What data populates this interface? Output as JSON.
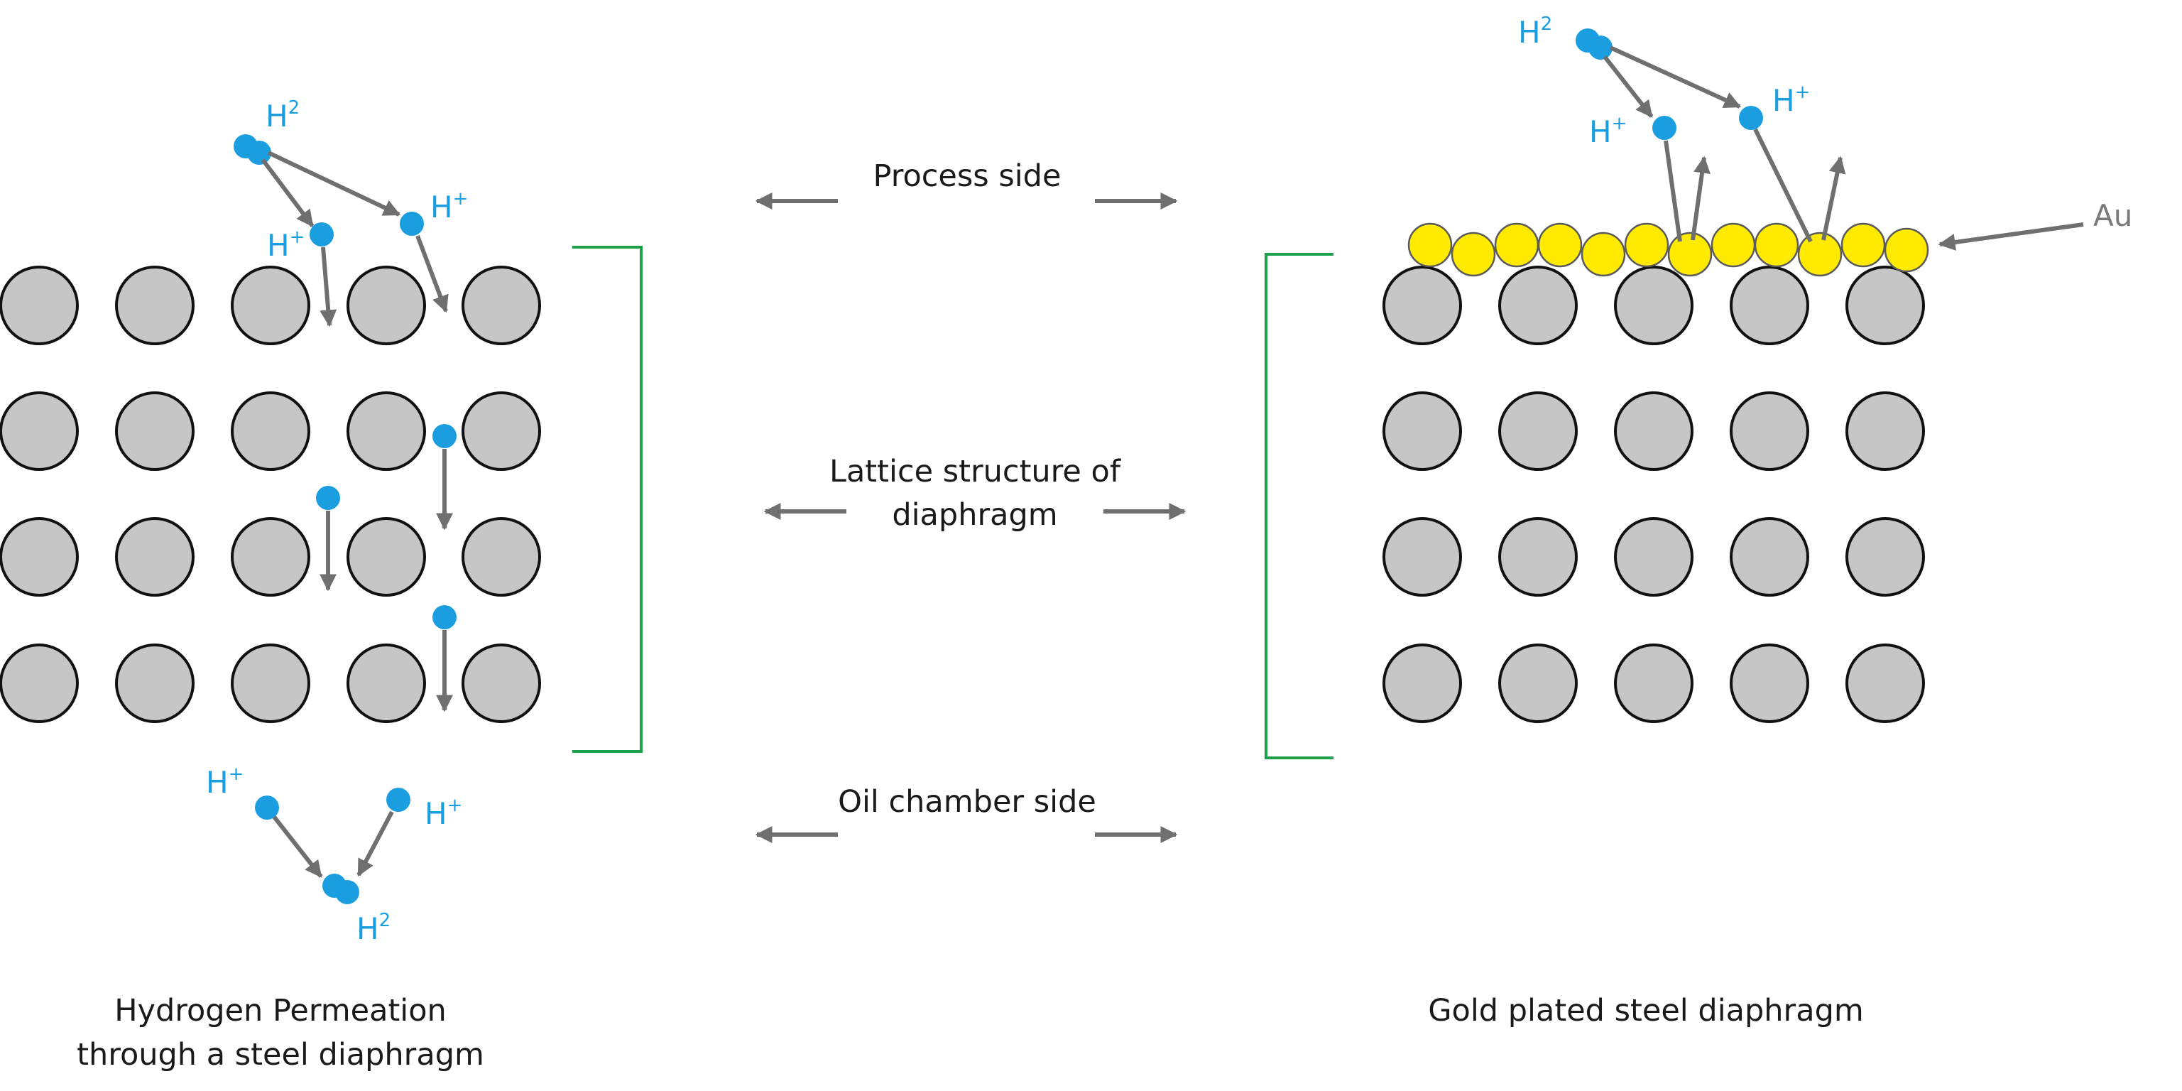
{
  "colors": {
    "atom": "#c6c6c6",
    "gold": "#ffea00",
    "hydrogen": "#1a9ee0",
    "arrow": "#6f6f6f",
    "bracket": "#1fa04a"
  },
  "center": {
    "process_side": "Process side",
    "lattice_line1": "Lattice structure of",
    "lattice_line2": "diaphragm",
    "oil_chamber_side": "Oil chamber side"
  },
  "left_panel": {
    "caption_line1": "Hydrogen Permeation",
    "caption_line2": "through a steel diaphragm",
    "hydrogen_labels": {
      "h_molecule_symbol": "H",
      "h_molecule_sup": "2",
      "h_ion_symbol": "H",
      "h_ion_sup": "+"
    }
  },
  "right_panel": {
    "caption": "Gold plated steel diaphragm",
    "gold_label": "Au",
    "hydrogen_labels": {
      "h_molecule_symbol": "H",
      "h_molecule_sup": "2",
      "h_ion_symbol": "H",
      "h_ion_sup": "+"
    }
  }
}
